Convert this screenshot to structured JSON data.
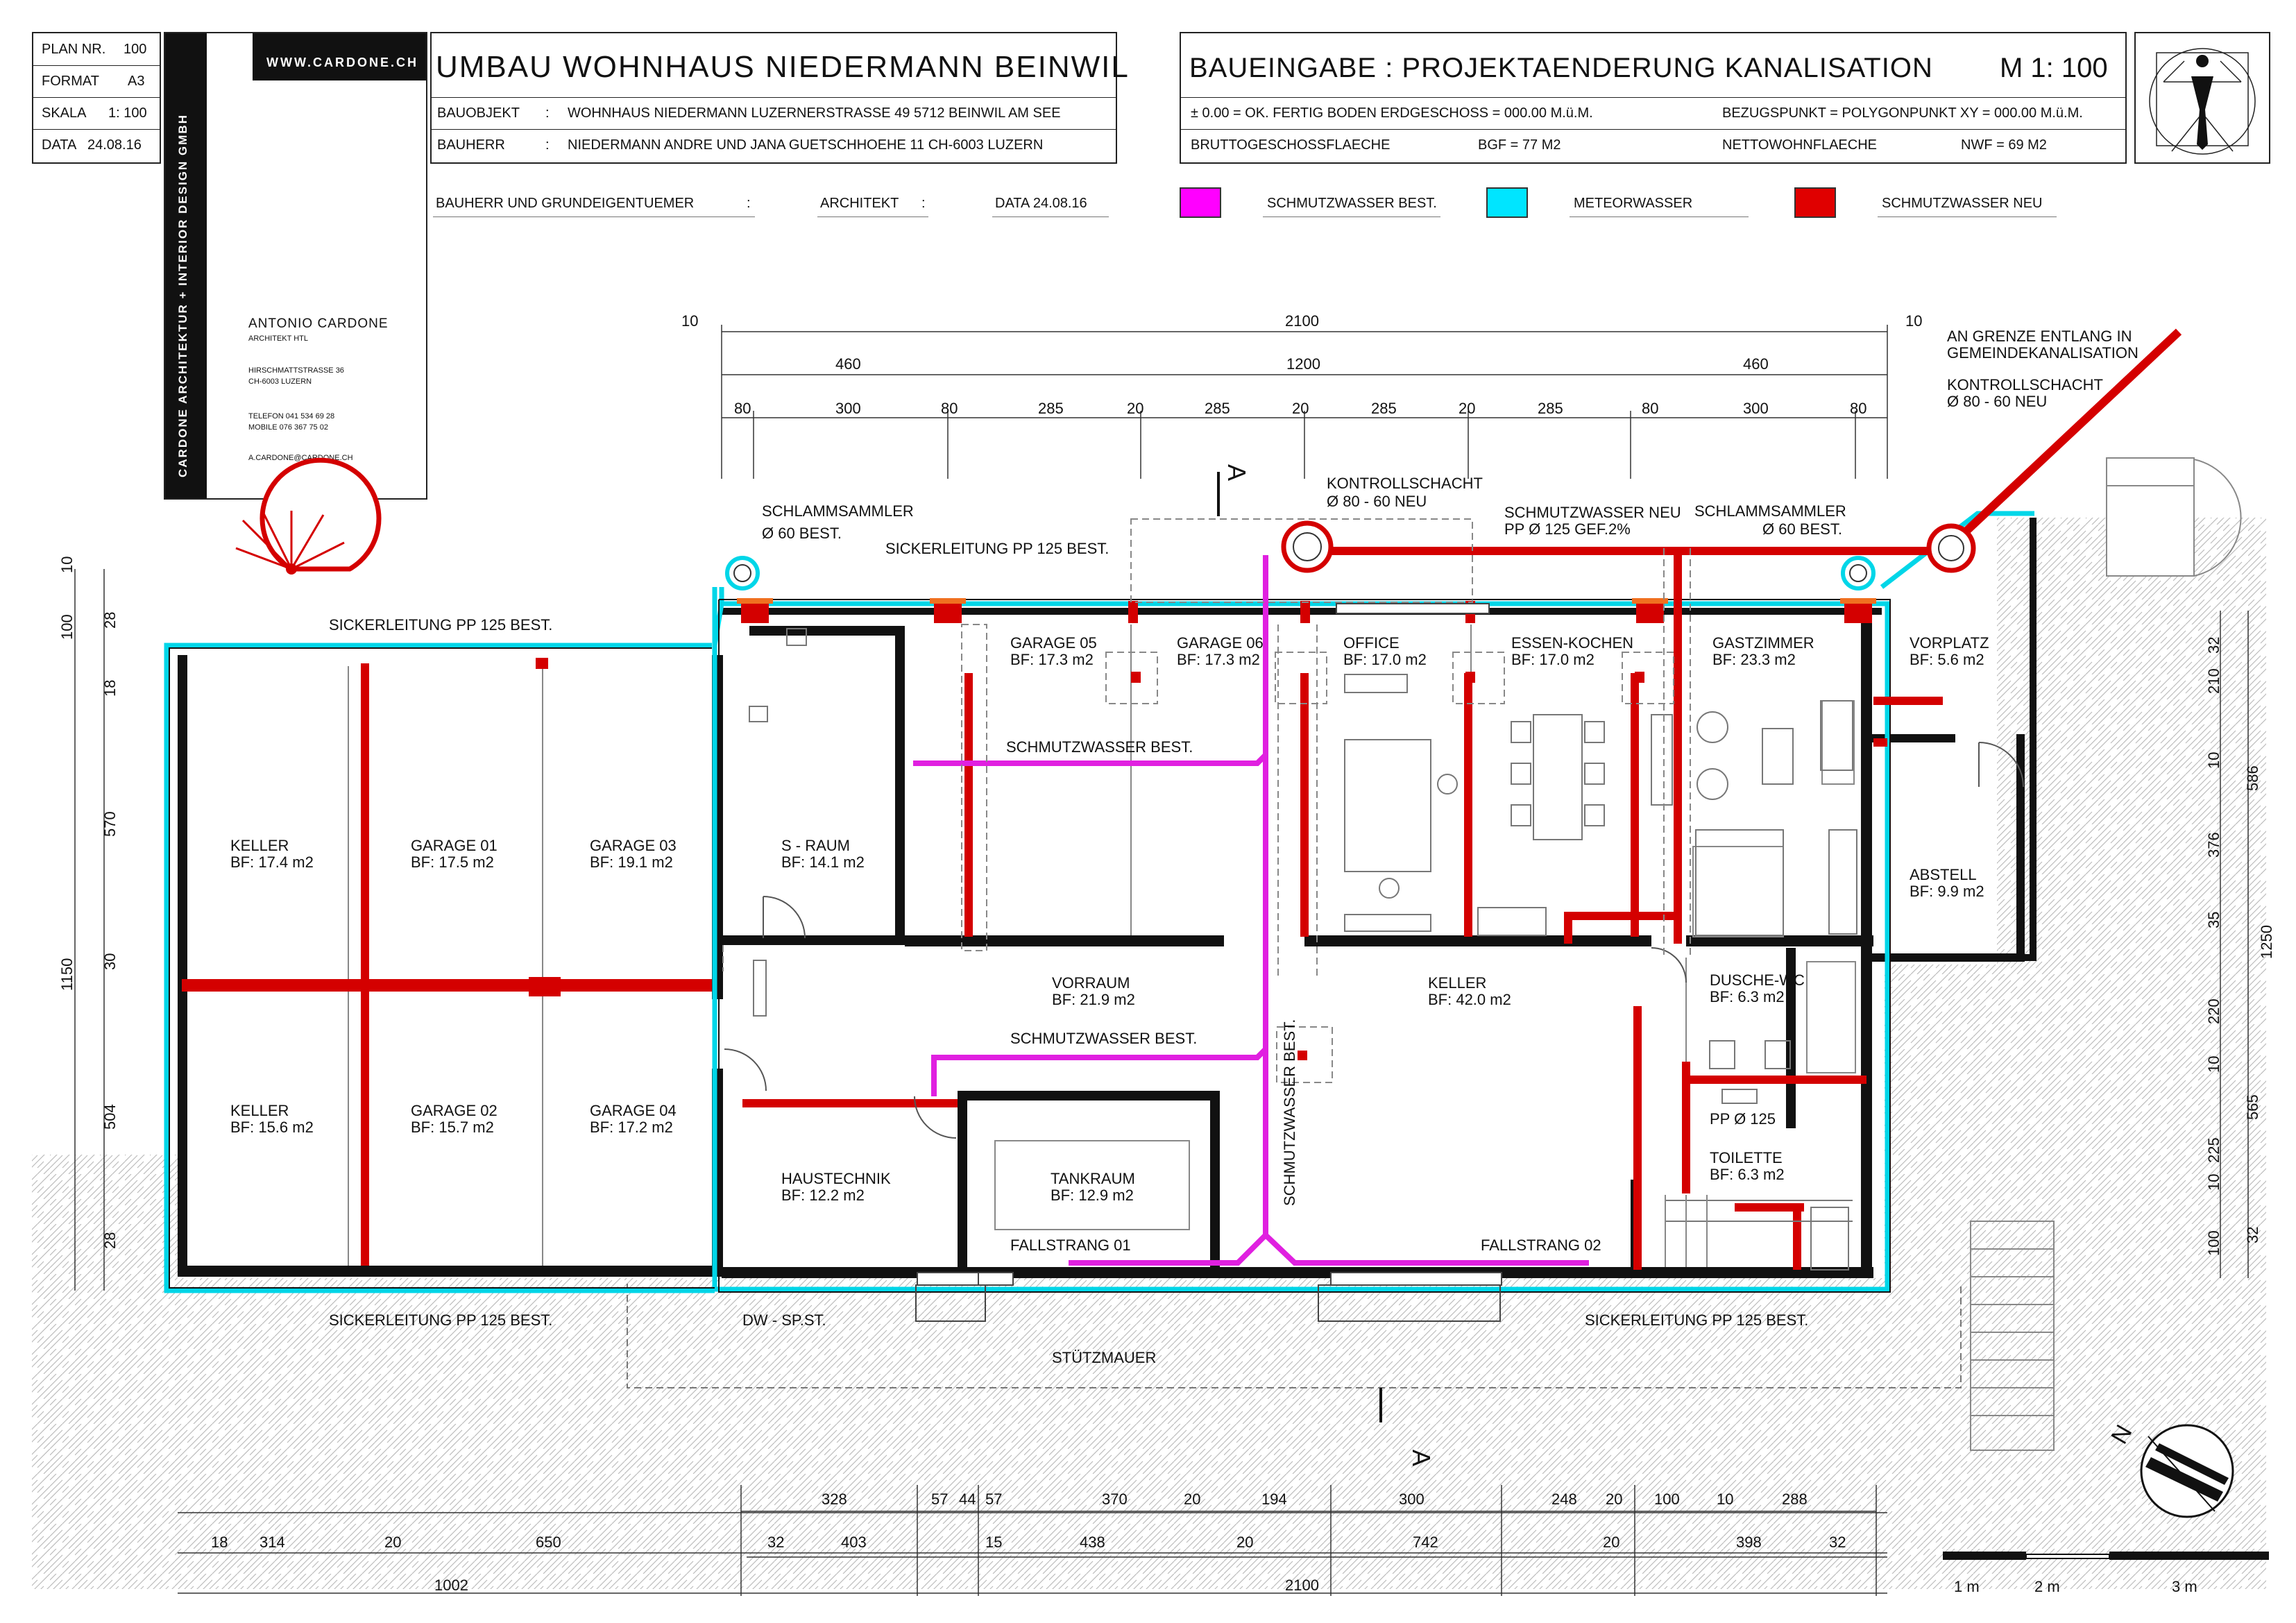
{
  "plan_info": {
    "rows": [
      {
        "label": "PLAN NR.",
        "value": "100"
      },
      {
        "label": "FORMAT",
        "value": "A3"
      },
      {
        "label": "SKALA",
        "value": "1: 100"
      },
      {
        "label": "DATA",
        "value": "24.08.16"
      }
    ]
  },
  "company": {
    "website": "WWW.CARDONE.CH",
    "vertical_name": "CARDONE ARCHITEKTUR + INTERIOR DESIGN GMBH",
    "architect_name": "ANTONIO CARDONE",
    "architect_title": "ARCHITEKT HTL",
    "address_1": "HIRSCHMATTSTRASSE 36",
    "address_2": "CH-6003 LUZERN",
    "phone": "TELEFON 041 534 69 28",
    "mobile": "MOBILE   076 367 75 02",
    "email": "A.CARDONE@CARDONE.CH"
  },
  "project": {
    "title": "UMBAU  WOHNHAUS  NIEDERMANN    BEINWIL",
    "bauobjekt_label": "BAUOBJEKT",
    "bauobjekt_value": "WOHNHAUS  NIEDERMANN  LUZERNERSTRASSE 49    5712  BEINWIL  AM  SEE",
    "bauherr_label": "BAUHERR",
    "bauherr_value": "NIEDERMANN  ANDRE UND JANA   GUETSCHHOEHE   11      CH-6003  LUZERN",
    "sign_1": "BAUHERR    UND    GRUNDEIGENTUEMER",
    "sign_2": "ARCHITEKT",
    "sign_date": "DATA  24.08.16"
  },
  "submission": {
    "title": "BAUEINGABE : PROJEKTAENDERUNG  KANALISATION",
    "scale": "M 1: 100",
    "level": "± 0.00  =  OK. FERTIG  BODEN  ERDGESCHOSS  =  000.00 M.ü.M.",
    "reference": "BEZUGSPUNKT  =  POLYGONPUNKT  XY  =  000.00  M.ü.M.",
    "bgf_label": "BRUTTOGESCHOSSFLAECHE",
    "bgf_value": "BGF  =    77 M2",
    "nwf_label": "NETTOWOHNFLAECHE",
    "nwf_value": "NWF  =      69 M2"
  },
  "legend": [
    {
      "label": "SCHMUTZWASSER BEST.",
      "color": "#ff00ff"
    },
    {
      "label": "METEORWASSER",
      "color": "#00e5ff"
    },
    {
      "label": "SCHMUTZWASSER NEU",
      "color": "#e00000"
    }
  ],
  "rooms": [
    {
      "name": "KELLER",
      "area": "BF: 17.4 m2"
    },
    {
      "name": "GARAGE 01",
      "area": "BF: 17.5 m2"
    },
    {
      "name": "GARAGE 03",
      "area": "BF: 19.1 m2"
    },
    {
      "name": "KELLER",
      "area": "BF: 15.6 m2"
    },
    {
      "name": "GARAGE 02",
      "area": "BF: 15.7 m2"
    },
    {
      "name": "GARAGE 04",
      "area": "BF: 17.2 m2"
    },
    {
      "name": "S - RAUM",
      "area": "BF: 14.1 m2"
    },
    {
      "name": "GARAGE 05",
      "area": "BF: 17.3 m2"
    },
    {
      "name": "GARAGE 06",
      "area": "BF: 17.3 m2"
    },
    {
      "name": "OFFICE",
      "area": "BF: 17.0 m2"
    },
    {
      "name": "ESSEN-KOCHEN",
      "area": "BF: 17.0 m2"
    },
    {
      "name": "GASTZIMMER",
      "area": "BF: 23.3 m2"
    },
    {
      "name": "VORPLATZ",
      "area": "BF:   5.6 m2"
    },
    {
      "name": "ABSTELL",
      "area": "BF:   9.9 m2"
    },
    {
      "name": "VORRAUM",
      "area": "BF: 21.9 m2"
    },
    {
      "name": "KELLER",
      "area": "BF: 42.0 m2"
    },
    {
      "name": "DUSCHE-WC",
      "area": "BF:   6.3 m2"
    },
    {
      "name": "TOILETTE",
      "area": "BF:   6.3 m2"
    },
    {
      "name": "HAUSTECHNIK",
      "area": "BF: 12.2 m2"
    },
    {
      "name": "TANKRAUM",
      "area": "BF: 12.9 m2"
    }
  ],
  "annotations": {
    "sickerleitung_top": "SICKERLEITUNG  PP 125  BEST.",
    "sickerleitung_left": "SICKERLEITUNG  PP 125  BEST.",
    "sickerleitung_bottom_left": "SICKERLEITUNG  PP 125  BEST.",
    "sickerleitung_bottom_right": "SICKERLEITUNG  PP 125  BEST.",
    "schlammsammler_left_1": "SCHLAMMSAMMLER",
    "schlammsammler_left_2": "Ø 60  BEST.",
    "kontrollschacht_1": "KONTROLLSCHACHT",
    "kontrollschacht_2": "Ø 80 - 60   NEU",
    "schmutzwasser_neu_1": "SCHMUTZWASSER NEU",
    "schmutzwasser_neu_2": "PP Ø 125  GEF.2%",
    "schlammsammler_right_1": "SCHLAMMSAMMLER",
    "schlammsammler_right_2": "Ø 60  BEST.",
    "grenze_1": "AN GRENZE ENTLANG  IN",
    "grenze_2": "GEMEINDEKANALISATION",
    "kontroll_right_1": "KONTROLLSCHACHT",
    "kontroll_right_2": "Ø 80 - 60   NEU",
    "schmutz_best_1": "SCHMUTZWASSER BEST.",
    "schmutz_best_2": "SCHMUTZWASSER BEST.",
    "schmutz_best_vert": "SCHMUTZWASSER BEST.",
    "fallstrang_1": "FALLSTRANG  01",
    "fallstrang_2": "FALLSTRANG  02",
    "pp125": "PP Ø 125",
    "dw_sp": "DW - SP.ST.",
    "stuetzmauer": "STÜTZMAUER",
    "section_a_top": "A",
    "section_a_bottom": "A",
    "north": "N"
  },
  "dims_top": {
    "row1": [
      "10",
      "2100",
      "10"
    ],
    "row2": [
      "460",
      "1200",
      "460"
    ],
    "row3": [
      "80",
      "300",
      "80",
      "285",
      "20",
      "285",
      "20",
      "285",
      "20",
      "285",
      "80",
      "300",
      "80"
    ]
  },
  "dims_bottom": {
    "row1": [
      "328",
      "57",
      "44",
      "57",
      "370",
      "20",
      "194",
      "300",
      "248",
      "20",
      "100",
      "10",
      "288"
    ],
    "row2": [
      "18",
      "314",
      "20",
      "650",
      "32",
      "403",
      "15",
      "438",
      "20",
      "742",
      "20",
      "398",
      "32"
    ],
    "row3": [
      "1002",
      "2100"
    ]
  },
  "dims_left": [
    "10",
    "100",
    "28",
    "18",
    "570",
    "30",
    "1150",
    "504",
    "28"
  ],
  "dims_right": [
    "32",
    "210",
    "10",
    "376",
    "586",
    "35",
    "1250",
    "220",
    "10",
    "225",
    "565",
    "10",
    "100",
    "32"
  ],
  "scale_bar": [
    "1 m",
    "2 m",
    "3 m"
  ]
}
